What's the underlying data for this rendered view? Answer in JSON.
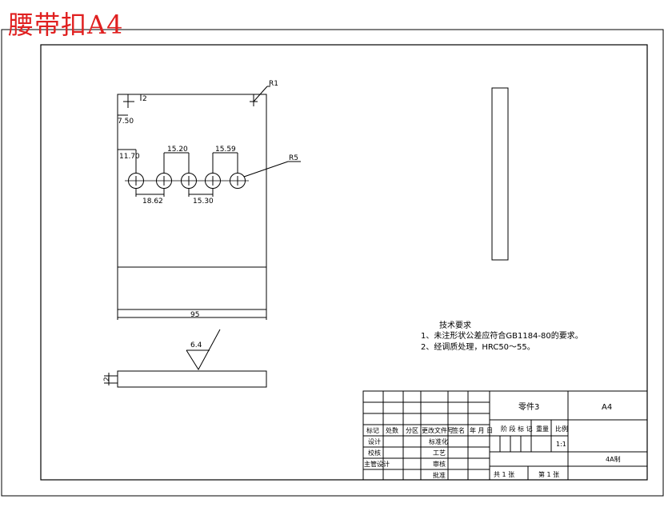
{
  "overlay_title": "腰带扣A4",
  "dimensions": {
    "r1": "R1",
    "r5": "R5",
    "d_750": "7.50",
    "d_1170": "11.70",
    "d_1520": "15.20",
    "d_1559": "15.59",
    "d_1862": "18.62",
    "d_1530": "15.30",
    "d_95": "95",
    "thickness": "2",
    "left_side": "2"
  },
  "surface_finish": "6.4",
  "tech_notes": {
    "title": "技术要求",
    "items": [
      "1、未注形状公差应符合GB1184-80的要求。",
      "2、经调质处理，HRC50～55。"
    ]
  },
  "title_block": {
    "part_name": "零件3",
    "sheet_size": "A4",
    "headers_row": [
      "标记",
      "处数",
      "分区",
      "更改文件号",
      "签名",
      "年 月 日"
    ],
    "roles": [
      "设计",
      "校核",
      "主管设计"
    ],
    "mid_labels": [
      "标准化",
      "工艺",
      "审核",
      "批准"
    ],
    "stage_label": "阶 段 标 记",
    "weight_label": "重量",
    "scale_label": "比例",
    "scale_value": "1:1",
    "company": "4A制",
    "sheets_total": "共 1 张",
    "sheet_no": "第 1 张"
  },
  "colors": {
    "line": "#000000",
    "overlay": "#e02020"
  }
}
